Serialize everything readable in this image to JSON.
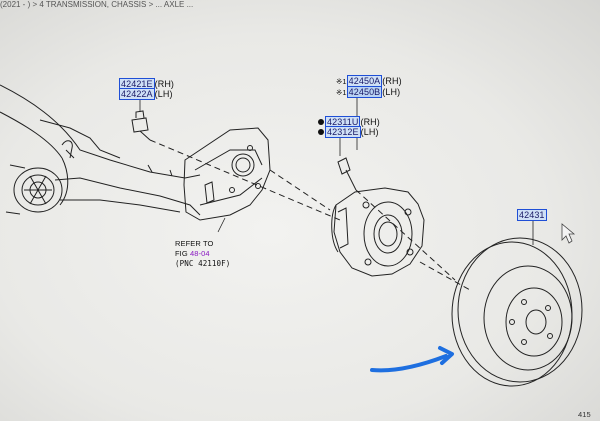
{
  "header": {
    "text": "(2021 - ) > 4 TRANSMISSION, CHASSIS > ... AXLE ..."
  },
  "callouts": {
    "bolt": {
      "pn_rh": "42421E",
      "suffix_rh": "(RH)",
      "pn_lh": "42422A",
      "suffix_lh": "(LH)"
    },
    "hub": {
      "mark": "※1",
      "pn_rh": "42450A",
      "suffix_rh": "(RH)",
      "pn_lh": "42450B",
      "suffix_lh": "(LH)"
    },
    "stud": {
      "pn_rh": "42311U",
      "suffix_rh": "(RH)",
      "pn_lh": "42312E",
      "suffix_lh": "(LH)"
    },
    "disc": {
      "pn": "42431"
    }
  },
  "refer": {
    "line1": "REFER TO",
    "line2_prefix": "FIG ",
    "fig": "48-04",
    "line3": "(PNC 42110F)"
  },
  "footer": {
    "page_ref": "415"
  },
  "colors": {
    "highlight_fill": "#cfe0f6",
    "highlight_border": "#1f4fd6",
    "arrow": "#1e6fe0",
    "fig_link": "#8a1ac2"
  }
}
